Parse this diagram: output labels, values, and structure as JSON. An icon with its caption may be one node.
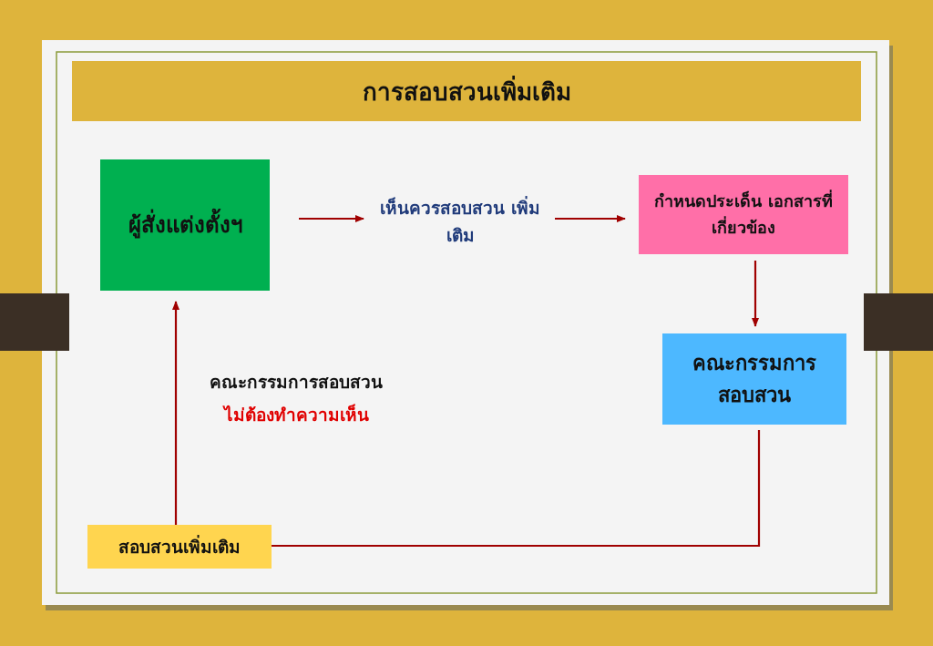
{
  "diagram": {
    "title": "การสอบสวนเพิ่มเติม",
    "nodes": [
      {
        "text": [
          "ผู้สั่งแต่งตั้งฯ"
        ]
      },
      {
        "text": [
          "เห็นควรสอบสวน เพิ่มเติม"
        ]
      },
      {
        "text": [
          "กำหนดประเด็น เอกสารที่เกี่ยวข้อง"
        ]
      },
      {
        "text": [
          "คณะกรรมการ สอบสวน"
        ]
      },
      {
        "text": [
          "สอบสวนเพิ่มเติม"
        ]
      }
    ],
    "edges": [
      {
        "from": 0,
        "to": 1,
        "arrow": "to"
      },
      {
        "from": 1,
        "to": 2,
        "arrow": "to"
      },
      {
        "from": 2,
        "to": 3,
        "arrow": "to"
      },
      {
        "from": 3,
        "to": 4,
        "arrow": "none"
      },
      {
        "from": 4,
        "to": 0,
        "arrow": "to"
      }
    ],
    "labels": [
      "คณะกรรมการสอบสวน",
      "ไม่ต้องทำความเห็น"
    ]
  }
}
